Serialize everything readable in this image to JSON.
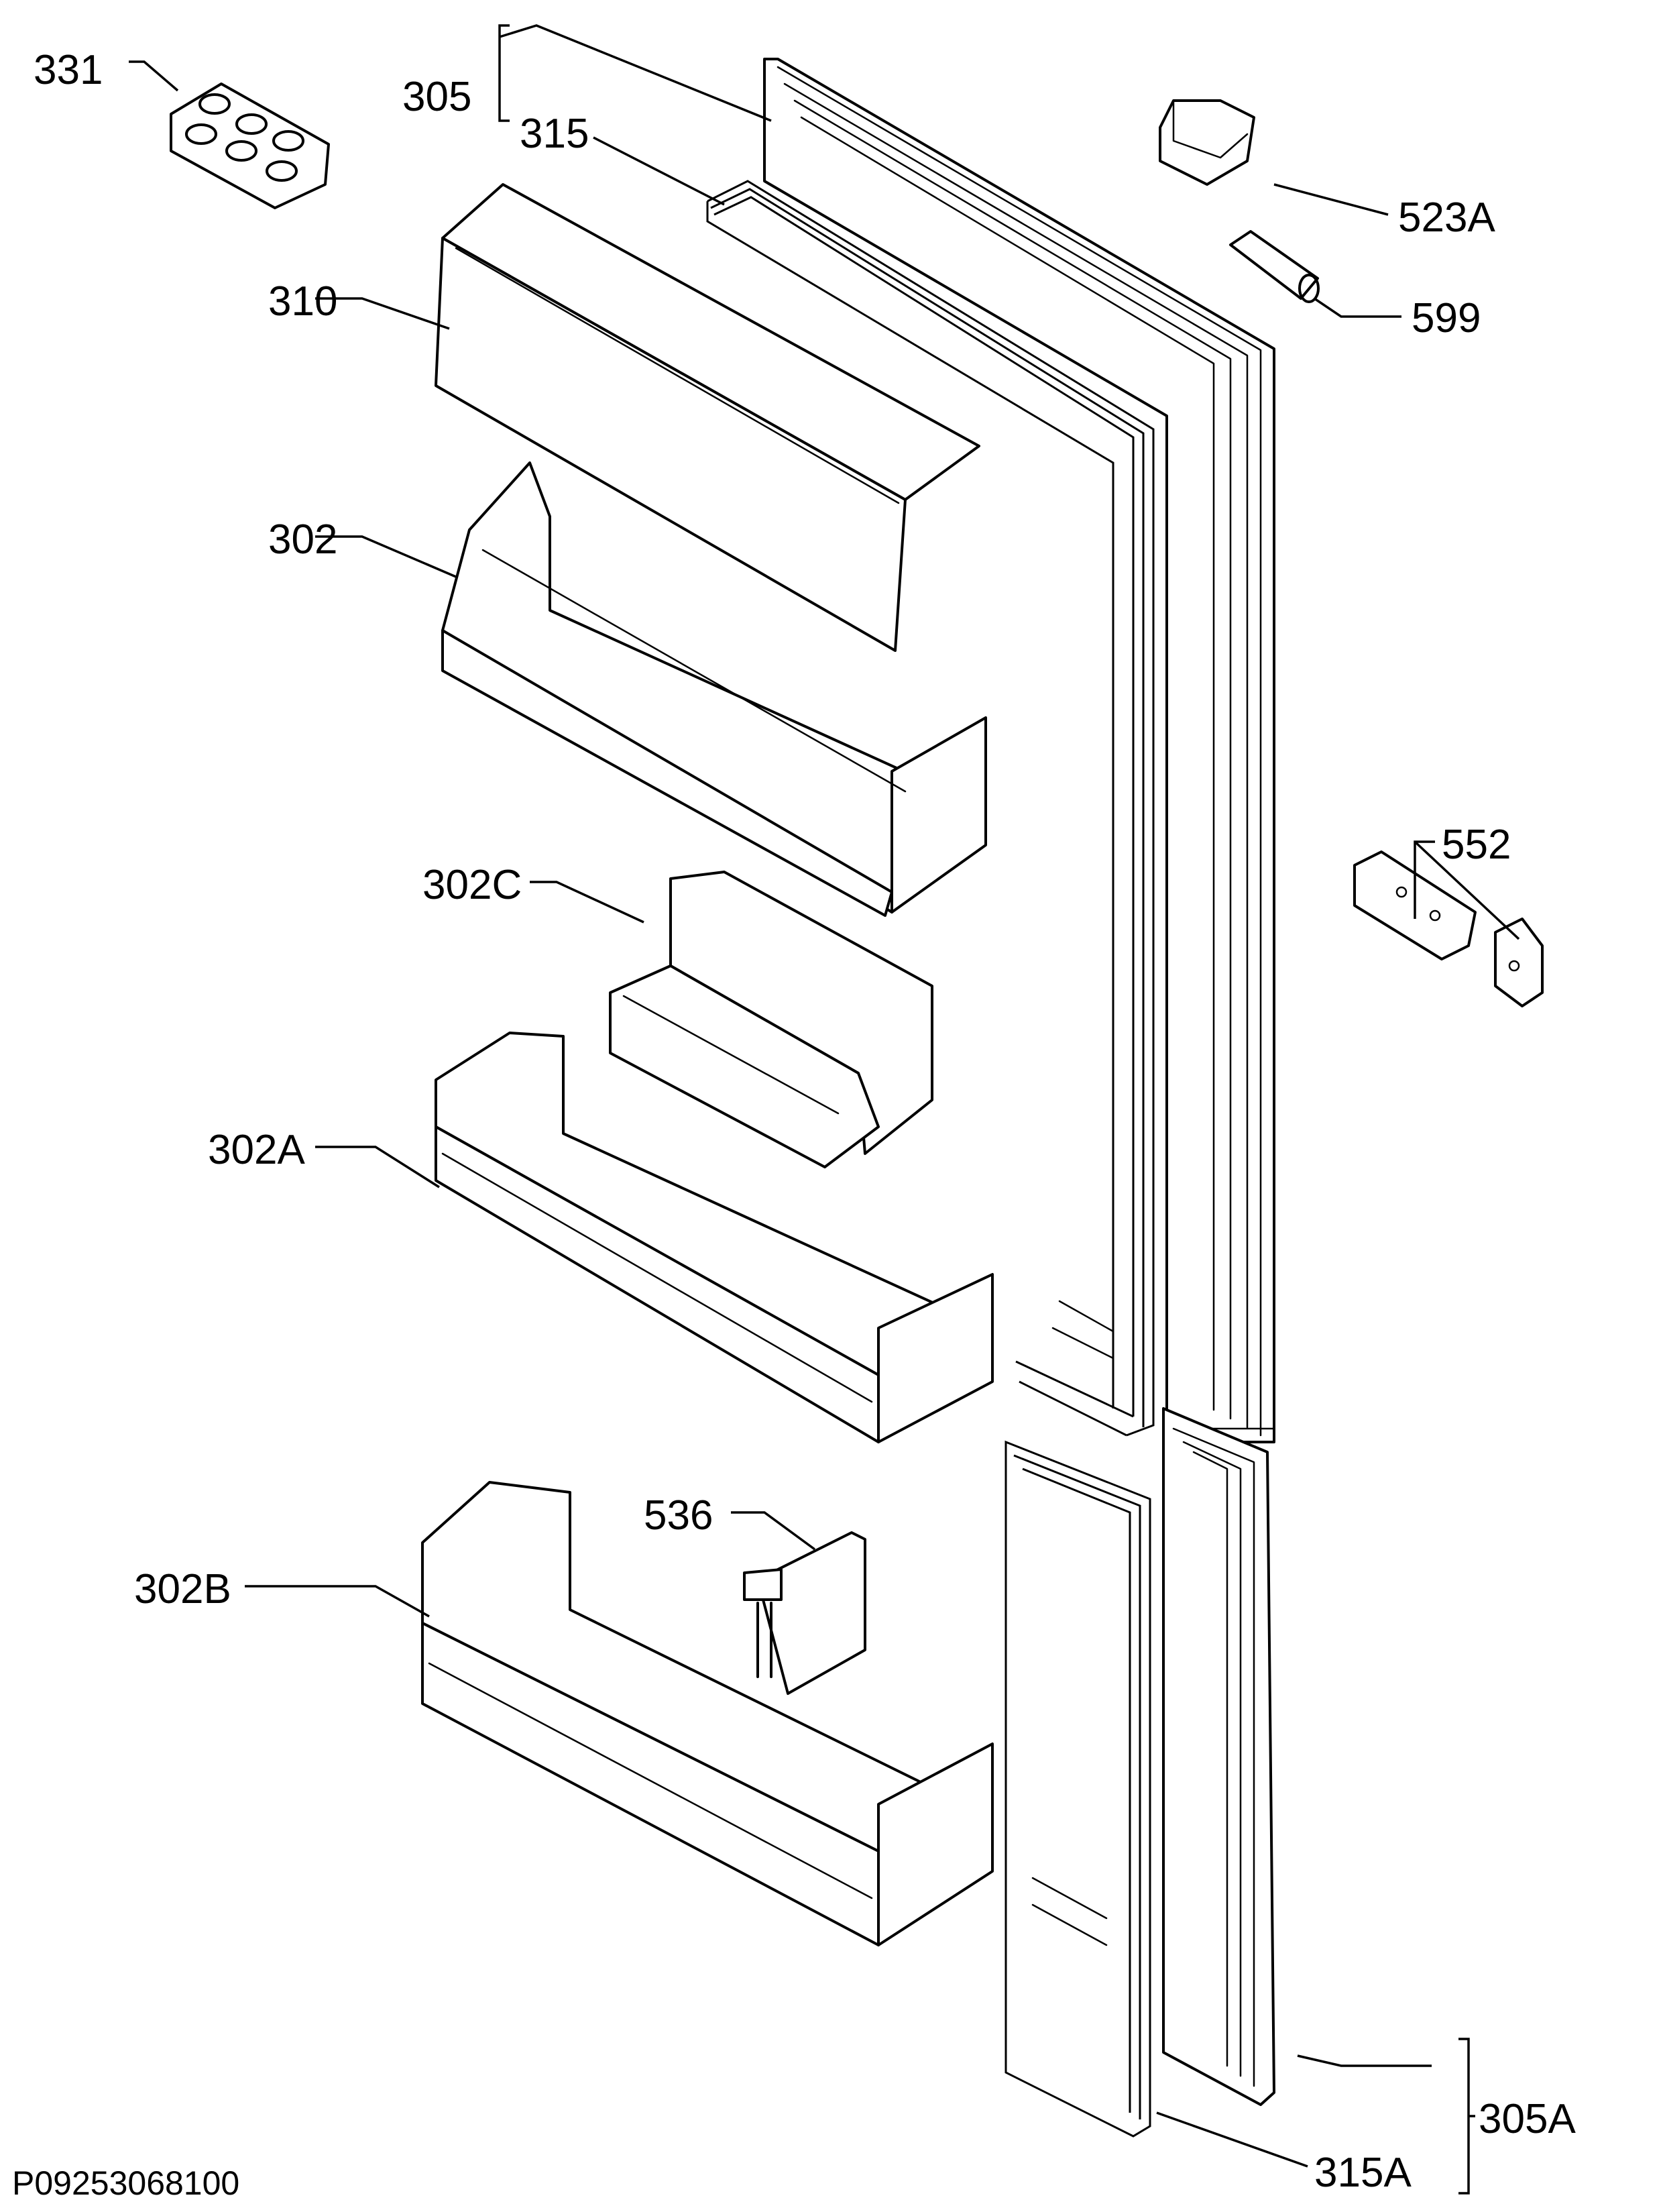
{
  "diagram": {
    "drawing_code": "P09253068100",
    "callouts": [
      {
        "id": "331",
        "label": "331"
      },
      {
        "id": "305",
        "label": "305"
      },
      {
        "id": "315",
        "label": "315"
      },
      {
        "id": "310",
        "label": "310"
      },
      {
        "id": "302",
        "label": "302"
      },
      {
        "id": "302C",
        "label": "302C"
      },
      {
        "id": "302A",
        "label": "302A"
      },
      {
        "id": "302B",
        "label": "302B"
      },
      {
        "id": "536",
        "label": "536"
      },
      {
        "id": "523A",
        "label": "523A"
      },
      {
        "id": "599",
        "label": "599"
      },
      {
        "id": "552",
        "label": "552"
      },
      {
        "id": "305A",
        "label": "305A"
      },
      {
        "id": "315A",
        "label": "315A"
      }
    ]
  }
}
